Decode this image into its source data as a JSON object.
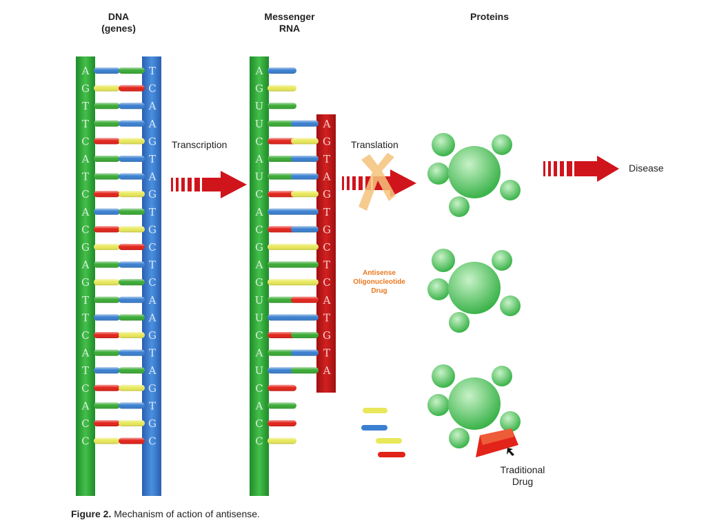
{
  "headers": {
    "dna": "DNA\n(genes)",
    "mrna": "Messenger\nRNA",
    "proteins": "Proteins"
  },
  "labels": {
    "transcription": "Transcription",
    "translation": "Translation",
    "disease": "Disease",
    "antisense": "Antisense\nOligonucleotide\nDrug",
    "traditional": "Traditional\nDrug"
  },
  "caption": {
    "bold": "Figure 2.",
    "text": " Mechanism of action of antisense."
  },
  "dna": {
    "left_letters": [
      "A",
      "G",
      "T",
      "T",
      "C",
      "A",
      "T",
      "C",
      "A",
      "C",
      "G",
      "A",
      "G",
      "T",
      "T",
      "C",
      "A",
      "T",
      "C",
      "A",
      "C",
      "C"
    ],
    "right_letters": [
      "T",
      "C",
      "A",
      "A",
      "G",
      "T",
      "A",
      "G",
      "T",
      "G",
      "C",
      "T",
      "C",
      "A",
      "A",
      "G",
      "T",
      "A",
      "G",
      "T",
      "G",
      "C"
    ],
    "left_colors": [
      "blue",
      "yellow",
      "green",
      "green",
      "red",
      "green",
      "green",
      "red",
      "blue",
      "red",
      "yellow",
      "green",
      "yellow",
      "green",
      "blue",
      "red",
      "green",
      "blue",
      "red",
      "green",
      "red",
      "yellow"
    ],
    "right_colors": [
      "green",
      "red",
      "blue",
      "blue",
      "yellow",
      "blue",
      "blue",
      "yellow",
      "green",
      "yellow",
      "red",
      "blue",
      "green",
      "blue",
      "green",
      "yellow",
      "blue",
      "green",
      "yellow",
      "blue",
      "yellow",
      "red"
    ]
  },
  "mrna": {
    "letters": [
      "A",
      "G",
      "U",
      "U",
      "C",
      "A",
      "U",
      "C",
      "A",
      "C",
      "G",
      "A",
      "G",
      "U",
      "U",
      "C",
      "A",
      "U",
      "C",
      "A",
      "C",
      "C"
    ],
    "colors": [
      "blue",
      "yellow",
      "green",
      "green",
      "red",
      "green",
      "green",
      "red",
      "blue",
      "red",
      "yellow",
      "green",
      "yellow",
      "green",
      "blue",
      "red",
      "green",
      "blue",
      "red",
      "green",
      "red",
      "yellow"
    ]
  },
  "antisense": {
    "letters": [
      "A",
      "G",
      "T",
      "A",
      "G",
      "T",
      "G",
      "C",
      "T",
      "C",
      "A",
      "T",
      "G",
      "T",
      "A"
    ],
    "colors": [
      "blue",
      "yellow",
      "blue",
      "blue",
      "yellow",
      "blue",
      "blue",
      "yellow",
      "green",
      "yellow",
      "red",
      "blue",
      "green",
      "blue",
      "green"
    ]
  },
  "palette": {
    "green": "#3aaa35",
    "blue": "#3a7fd0",
    "red": "#e2231a",
    "yellow": "#e8e85a",
    "orange": "#f5c27a",
    "arrow": "#d0141c",
    "protein": "#4cc15a",
    "protein_light": "#c8f2c8"
  }
}
